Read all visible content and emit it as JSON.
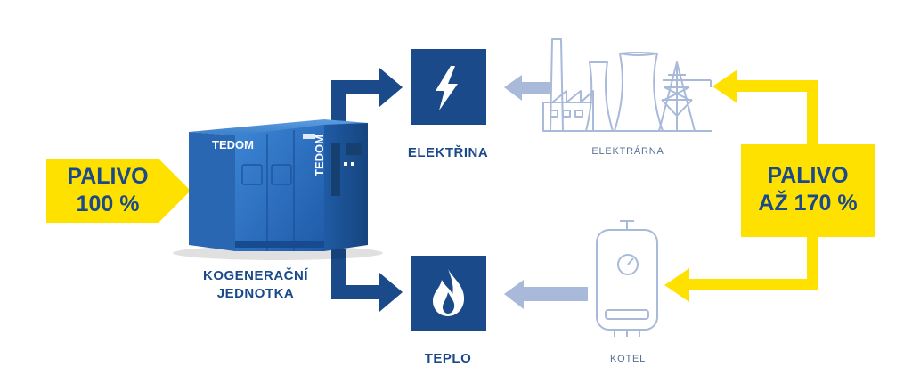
{
  "fuel_left": {
    "line1": "PALIVO",
    "line2": "100 %"
  },
  "fuel_right": {
    "line1": "PALIVO",
    "line2": "AŽ 170 %"
  },
  "unit": {
    "brand": "TEDOM",
    "label_line1": "KOGENERAČNÍ",
    "label_line2": "JEDNOTKA"
  },
  "outputs": {
    "electricity": "ELEKTŘINA",
    "heat": "TEPLO"
  },
  "sources": {
    "power_plant": "ELEKTRÁRNA",
    "boiler": "KOTEL"
  },
  "icons": {
    "electricity": "lightning-bolt-icon",
    "heat": "flame-icon",
    "power_plant": "power-plant-icon",
    "boiler": "boiler-icon"
  },
  "colors": {
    "dark_blue": "#1a4a8a",
    "yellow": "#ffe100",
    "light_blue": "#a9b9da",
    "unit_blue": "#2f74c4"
  }
}
